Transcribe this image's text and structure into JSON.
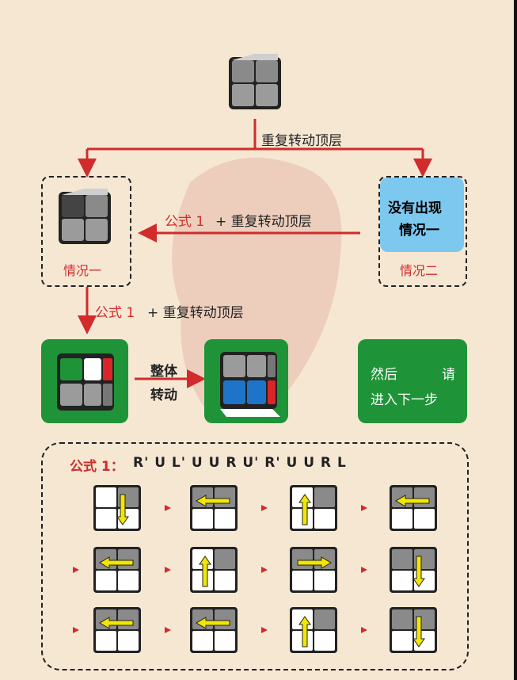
{
  "arrows": {
    "top_label": "重复转动顶层",
    "back_label_prefix": "公式 1",
    "back_label_suffix": "+ 重复转动顶层",
    "down_label_prefix": "公式 1",
    "down_label_suffix": "+ 重复转动顶层",
    "rotate_line1": "整体",
    "rotate_line2": "转动"
  },
  "case_one": {
    "label": "情况一"
  },
  "case_two": {
    "label": "情况二",
    "box_line1": "没有出现",
    "box_line2": "情况一"
  },
  "next_step": {
    "line1": "然后",
    "line1_right": "请",
    "line2": "进入下一步"
  },
  "formula": {
    "title": "公式 1：",
    "moves": "R' U L' U U R U' R' U U R L"
  },
  "colors": {
    "red": "#d12b2b",
    "green": "#1f9337",
    "blue_box": "#7cc8ef",
    "yellow": "#f3e600",
    "cube_blue": "#1e74c9",
    "cube_red": "#d8262b"
  },
  "icons": [
    "cube-icon",
    "arrow-icon",
    "yellow-arrow-icon"
  ]
}
